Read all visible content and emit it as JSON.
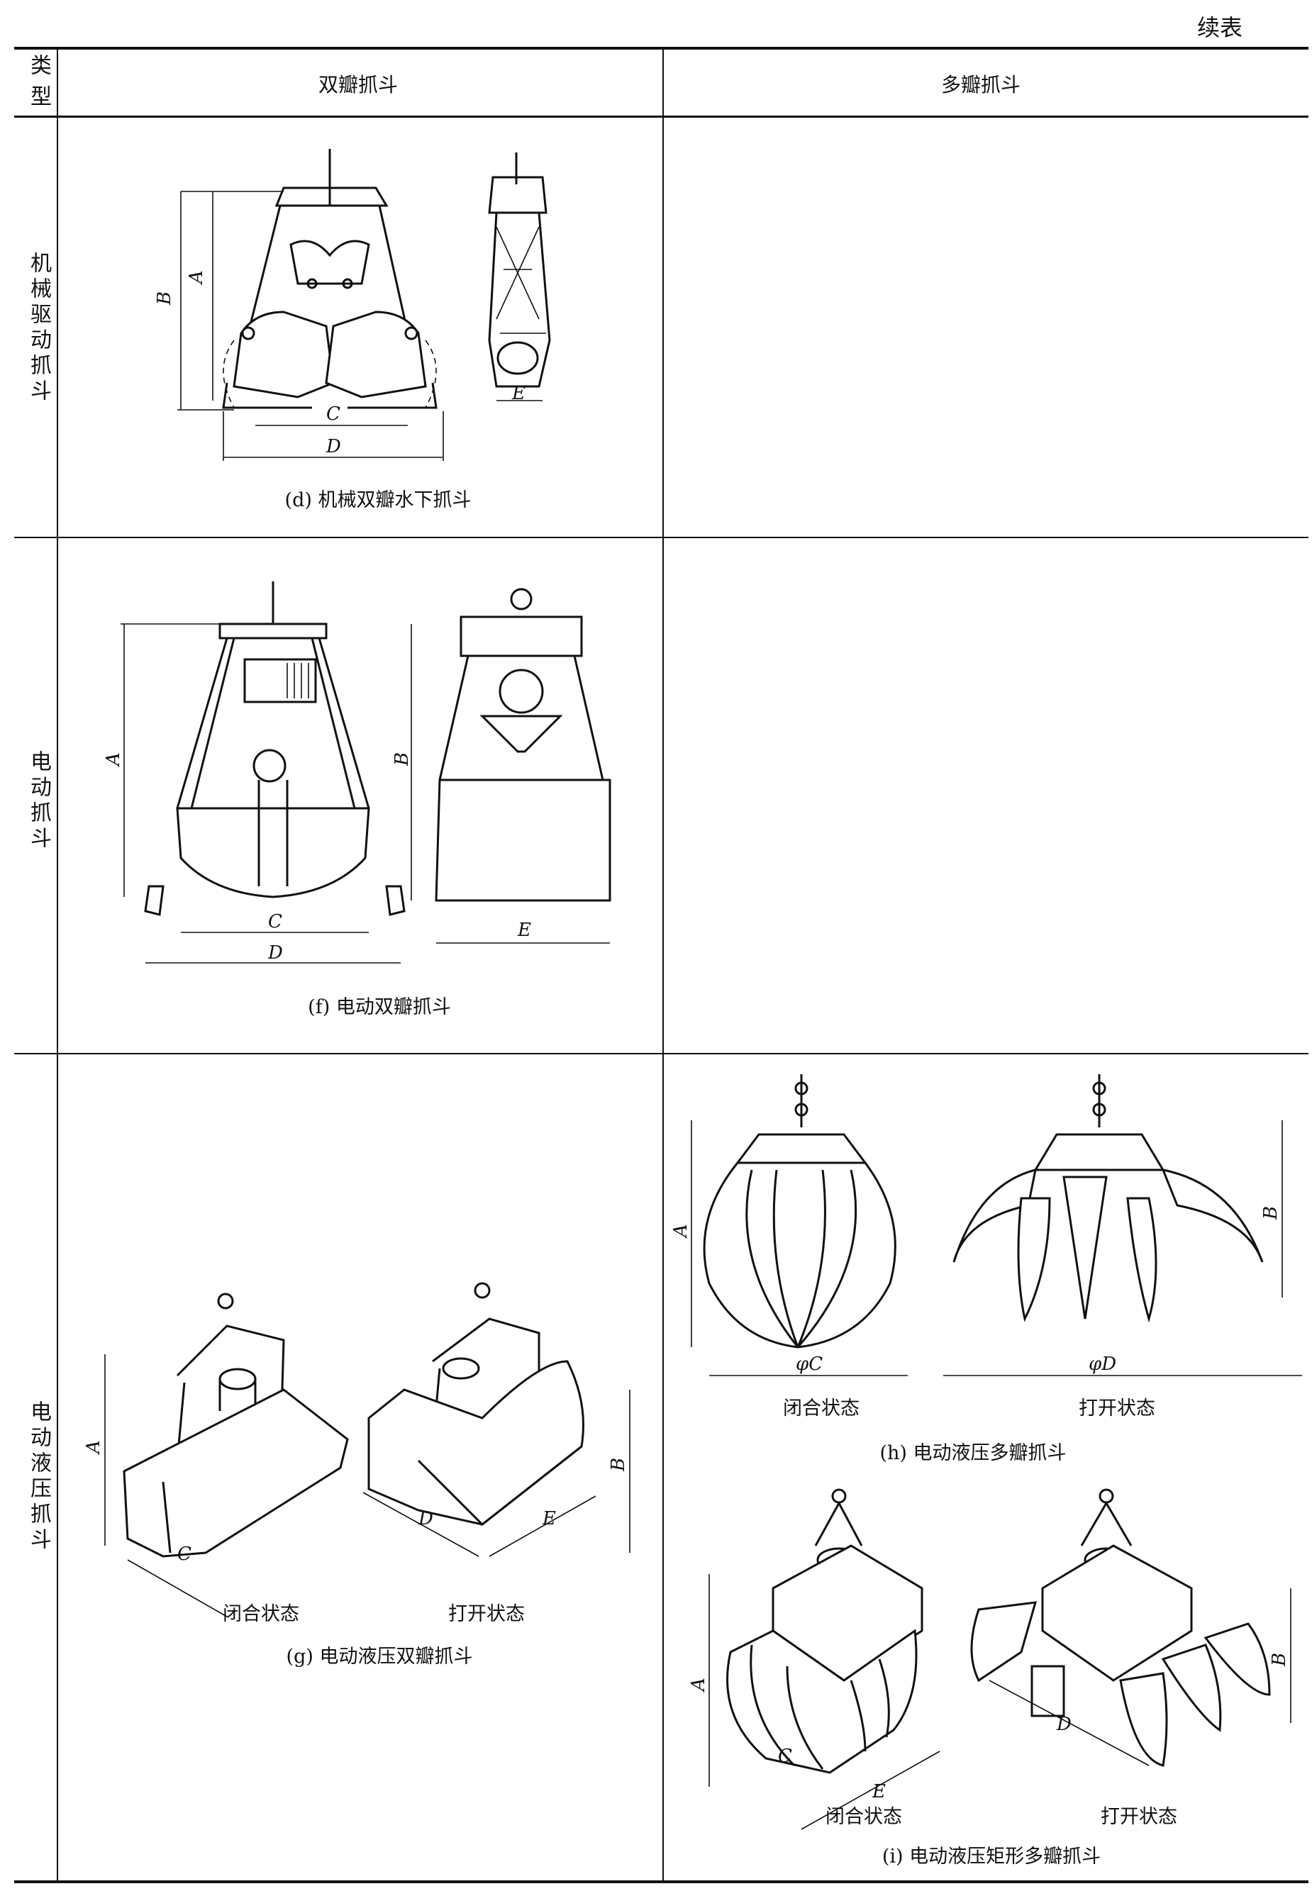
{
  "page": {
    "continued_label": "续表"
  },
  "header": {
    "type_label": "类型",
    "col_two_jaw": "双瓣抓斗",
    "col_multi_jaw": "多瓣抓斗"
  },
  "rows": [
    {
      "type": "机械驱动抓斗"
    },
    {
      "type": "电动抓斗"
    },
    {
      "type": "电动液压抓斗"
    }
  ],
  "figures": {
    "d": {
      "caption": "(d) 机械双瓣水下抓斗",
      "dims": {
        "A": "A",
        "B": "B",
        "C": "C",
        "D": "D",
        "E": "E"
      }
    },
    "f": {
      "caption": "(f) 电动双瓣抓斗",
      "dims": {
        "A": "A",
        "B": "B",
        "C": "C",
        "D": "D",
        "E": "E"
      }
    },
    "g": {
      "caption": "(g) 电动液压双瓣抓斗",
      "closed": "闭合状态",
      "open": "打开状态",
      "dims": {
        "A": "A",
        "B": "B",
        "C": "C",
        "D": "D",
        "E": "E"
      }
    },
    "h": {
      "caption": "(h) 电动液压多瓣抓斗",
      "closed": "闭合状态",
      "open": "打开状态",
      "dims": {
        "A": "A",
        "B": "B",
        "C": "φC",
        "D": "φD"
      }
    },
    "i": {
      "caption": "(i) 电动液压矩形多瓣抓斗",
      "closed": "闭合状态",
      "open": "打开状态",
      "dims": {
        "A": "A",
        "B": "B",
        "C": "C",
        "D": "D",
        "E": "E"
      }
    }
  }
}
